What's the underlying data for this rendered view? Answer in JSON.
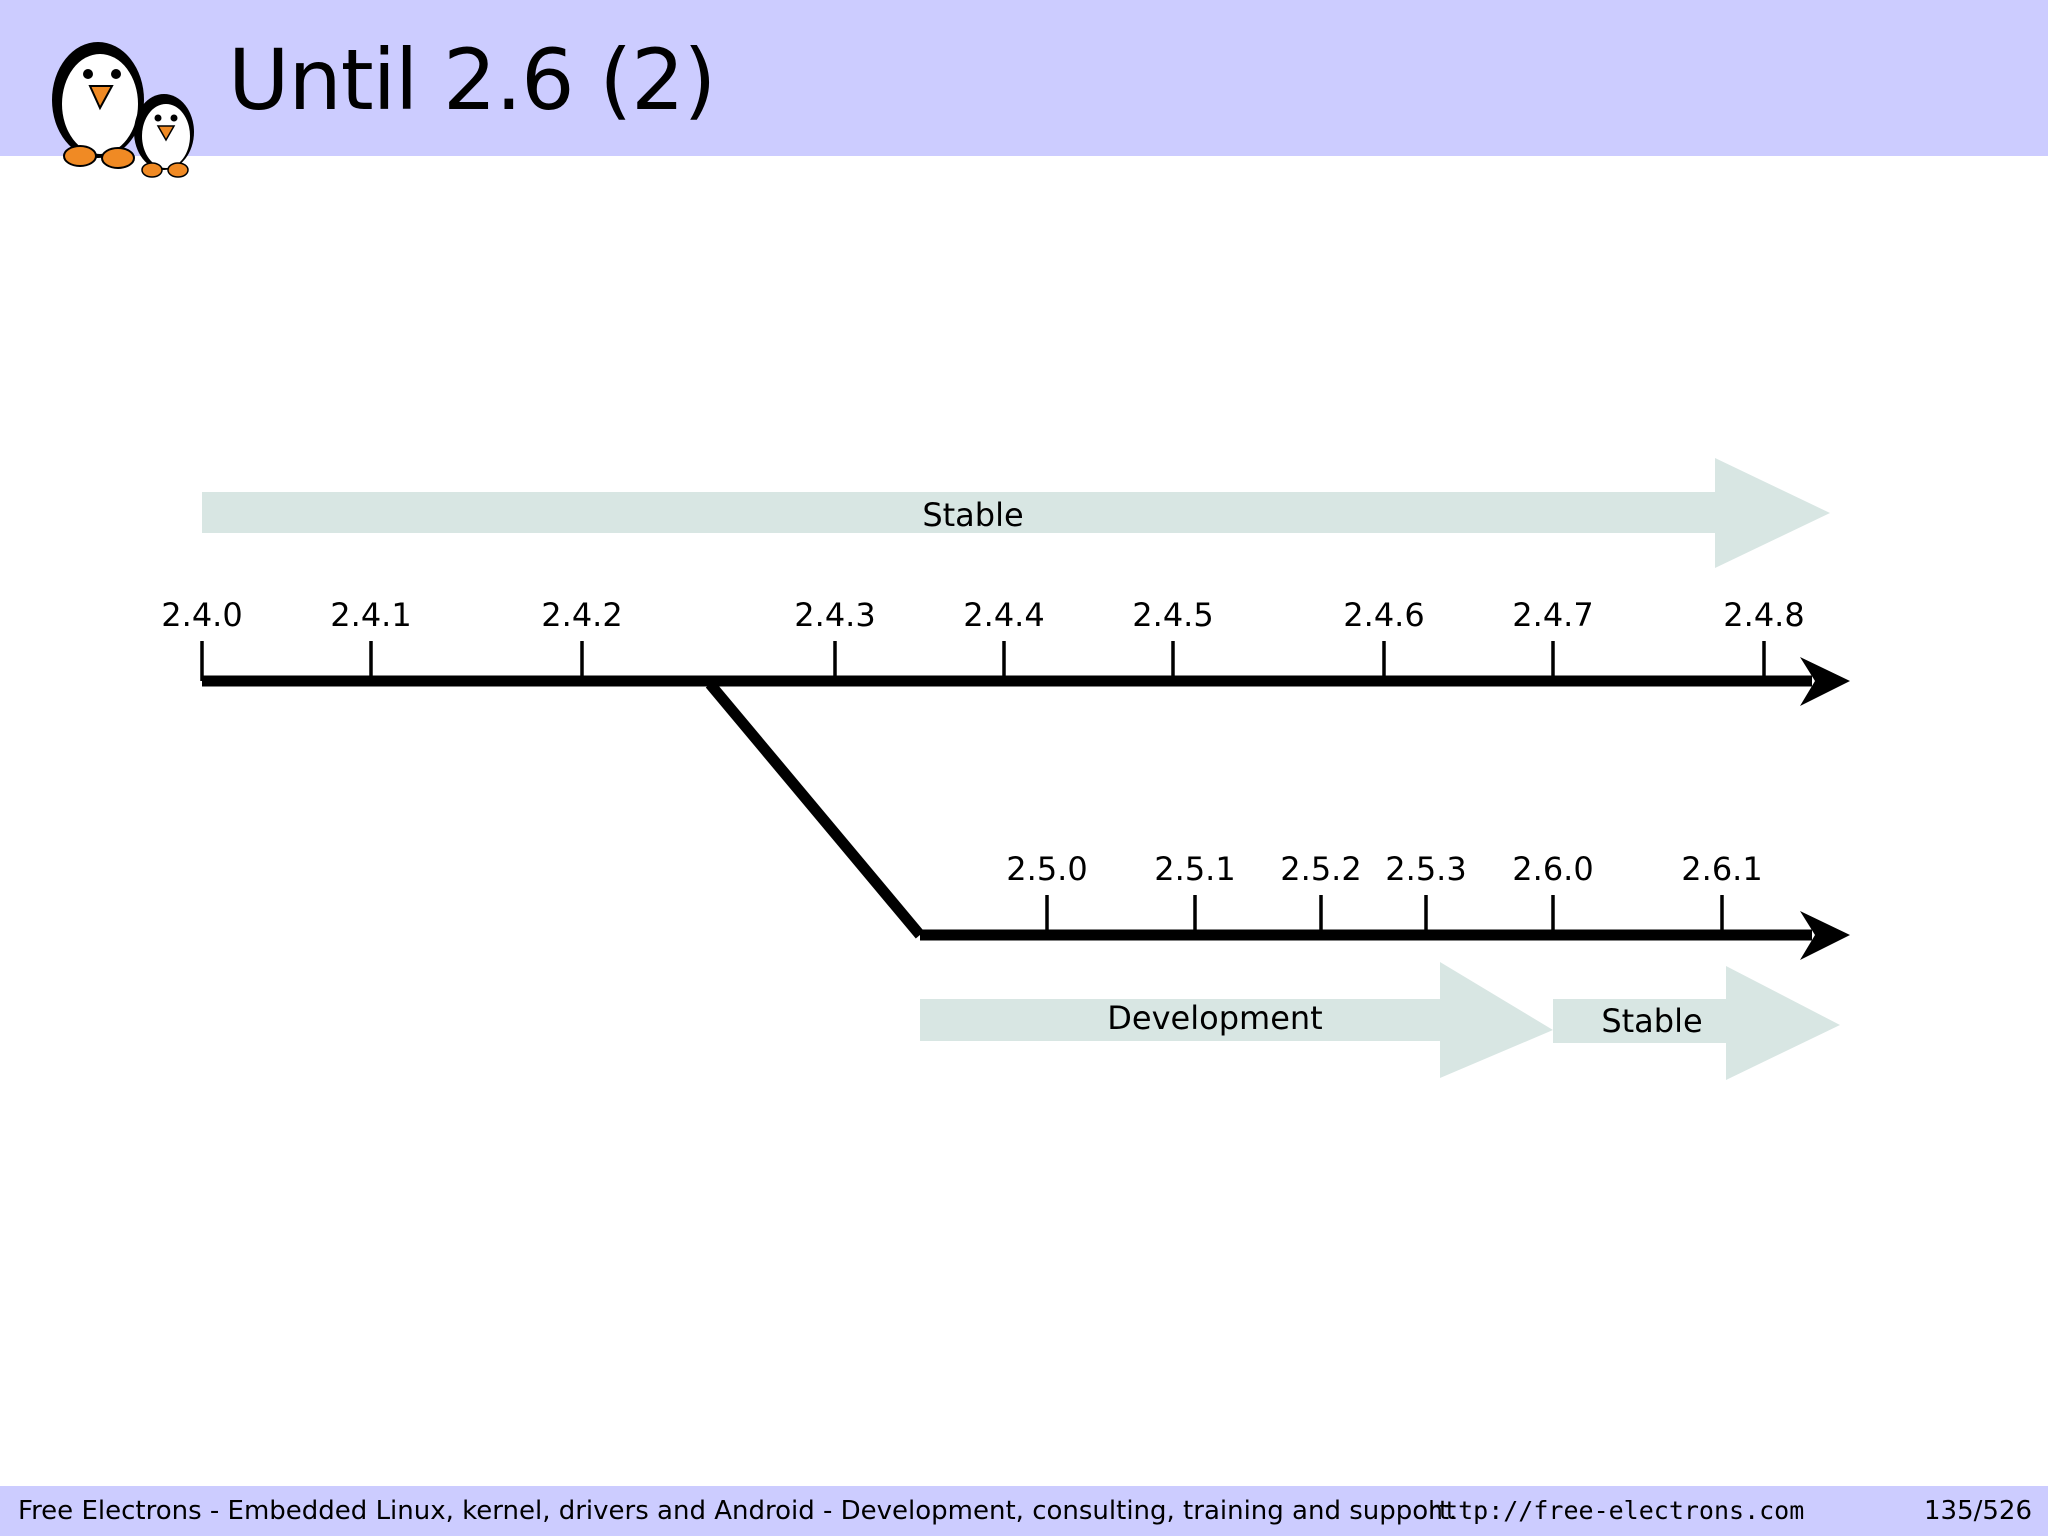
{
  "slide": {
    "title": "Until 2.6 (2)"
  },
  "diagram": {
    "main_branch": {
      "versions": [
        "2.4.0",
        "2.4.1",
        "2.4.2",
        "2.4.3",
        "2.4.4",
        "2.4.5",
        "2.4.6",
        "2.4.7",
        "2.4.8"
      ]
    },
    "dev_branch": {
      "versions": [
        "2.5.0",
        "2.5.1",
        "2.5.2",
        "2.5.3",
        "2.6.0",
        "2.6.1"
      ]
    },
    "bands": {
      "top_stable": "Stable",
      "development": "Development",
      "bottom_stable": "Stable"
    },
    "colors": {
      "band": "#d8e6e3",
      "line": "#000000"
    }
  },
  "footer": {
    "text": "Free Electrons - Embedded Linux, kernel, drivers and Android - Development, consulting, training and support.",
    "url": "http://free-electrons.com",
    "page": "135/526"
  }
}
